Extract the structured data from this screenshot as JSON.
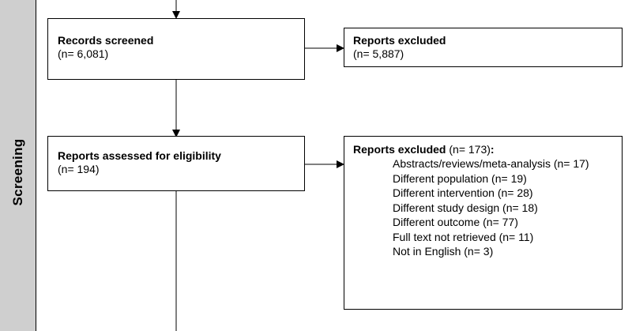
{
  "phase_label": "Screening",
  "boxes": {
    "records_screened": {
      "title": "Records screened",
      "count": "(n= 6,081)"
    },
    "reports_excluded_1": {
      "title": "Reports excluded",
      "count": "(n= 5,887)"
    },
    "reports_assessed": {
      "title": "Reports assessed for eligibility",
      "count": "(n= 194)"
    },
    "reports_excluded_2": {
      "title": "Reports excluded",
      "count_inline": " (n= 173)",
      "colon": ":",
      "reasons": [
        "Abstracts/reviews/meta-analysis (n= 17)",
        "Different population (n= 19)",
        "Different intervention (n= 28)",
        "Different study design (n= 18)",
        "Different outcome (n= 77)",
        "Full text not retrieved (n= 11)",
        "Not in English (n= 3)"
      ]
    }
  },
  "colors": {
    "sidebar": "#cfcfcf",
    "line": "#000000"
  }
}
